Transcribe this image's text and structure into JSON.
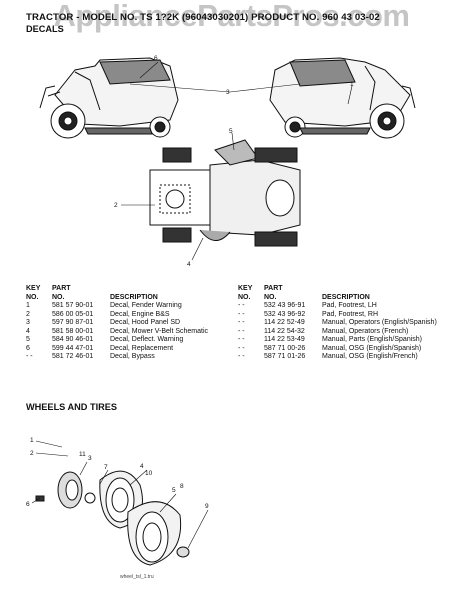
{
  "header": {
    "title": "TRACTOR - MODEL NO. TS 1?2K (96043030201) PRODUCT NO. 960 43 03-02",
    "subtitle": "DECALS"
  },
  "watermark": "AppliancePartsPros.com",
  "decals_diagram": {
    "callouts": [
      "6",
      "3",
      "1",
      "5",
      "2",
      "4"
    ]
  },
  "table": {
    "headers": {
      "key": "KEY\nNO.",
      "part": "PART\nNO.",
      "desc": "DESCRIPTION"
    },
    "left": [
      {
        "key": "1",
        "part": "581 57 90-01",
        "desc": "Decal, Fender Warning"
      },
      {
        "key": "2",
        "part": "586 00 05-01",
        "desc": "Decal, Engine B&S"
      },
      {
        "key": "3",
        "part": "597 90 87-01",
        "desc": "Decal, Hood Panel SD"
      },
      {
        "key": "4",
        "part": "581 58 00-01",
        "desc": "Decal, Mower V-Belt Schematic"
      },
      {
        "key": "5",
        "part": "584 90 46-01",
        "desc": "Decal, Deflect. Warning"
      },
      {
        "key": "6",
        "part": "599 44 47-01",
        "desc": "Decal, Replacement"
      },
      {
        "key": "- -",
        "part": "581 72 46-01",
        "desc": "Decal, Bypass"
      }
    ],
    "right": [
      {
        "key": "- -",
        "part": "532 43 96-91",
        "desc": "Pad, Footrest, LH"
      },
      {
        "key": "- -",
        "part": "532 43 96-92",
        "desc": "Pad, Footrest, RH"
      },
      {
        "key": "- -",
        "part": "114 22 52-49",
        "desc": "Manual, Operators (English/Spanish)"
      },
      {
        "key": "- -",
        "part": "114 22 54-32",
        "desc": "Manual, Operators (French)"
      },
      {
        "key": "- -",
        "part": "114 22 53-49",
        "desc": "Manual, Parts (English/Spanish)"
      },
      {
        "key": "- -",
        "part": "587 71 00-26",
        "desc": "Manual, OSG (English/Spanish)"
      },
      {
        "key": "- -",
        "part": "587 71 01-26",
        "desc": "Manual, OSG (English/French)"
      }
    ]
  },
  "wheels_section": {
    "title": "WHEELS AND TIRES",
    "callouts": [
      "1",
      "2",
      "11",
      "3",
      "7",
      "4",
      "10",
      "5",
      "8",
      "9",
      "6"
    ],
    "caption": "wheel_tsl_1.tru"
  }
}
